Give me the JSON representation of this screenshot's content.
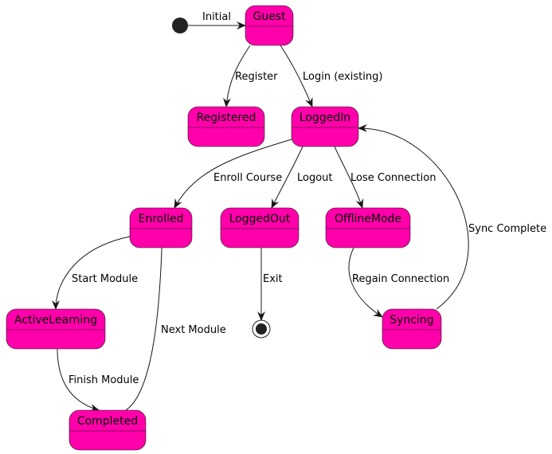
{
  "diagram": {
    "type": "state-diagram",
    "colors": {
      "state_fill": "#FF00AA",
      "state_border": "#181818",
      "pseudo_state": "#222222",
      "edge": "#181818",
      "background": "#FFFFFF"
    },
    "states": [
      {
        "id": "guest",
        "label": "Guest"
      },
      {
        "id": "registered",
        "label": "Registered"
      },
      {
        "id": "loggedin",
        "label": "LoggedIn"
      },
      {
        "id": "enrolled",
        "label": "Enrolled"
      },
      {
        "id": "loggedout",
        "label": "LoggedOut"
      },
      {
        "id": "offlinemode",
        "label": "OfflineMode"
      },
      {
        "id": "activelearning",
        "label": "ActiveLearning"
      },
      {
        "id": "syncing",
        "label": "Syncing"
      },
      {
        "id": "completed",
        "label": "Completed"
      }
    ],
    "pseudo_states": [
      {
        "id": "initial",
        "kind": "start"
      },
      {
        "id": "final",
        "kind": "end"
      }
    ],
    "transitions": [
      {
        "id": "t-initial",
        "from": "initial",
        "to": "guest",
        "label": "Initial"
      },
      {
        "id": "t-register",
        "from": "guest",
        "to": "registered",
        "label": "Register"
      },
      {
        "id": "t-login",
        "from": "guest",
        "to": "loggedin",
        "label": "Login (existing)"
      },
      {
        "id": "t-enroll",
        "from": "loggedin",
        "to": "enrolled",
        "label": "Enroll Course"
      },
      {
        "id": "t-logout",
        "from": "loggedin",
        "to": "loggedout",
        "label": "Logout"
      },
      {
        "id": "t-lose",
        "from": "loggedin",
        "to": "offlinemode",
        "label": "Lose Connection"
      },
      {
        "id": "t-exit",
        "from": "loggedout",
        "to": "final",
        "label": "Exit"
      },
      {
        "id": "t-regain",
        "from": "offlinemode",
        "to": "syncing",
        "label": "Regain Connection"
      },
      {
        "id": "t-sync",
        "from": "syncing",
        "to": "loggedin",
        "label": "Sync Complete"
      },
      {
        "id": "t-start",
        "from": "enrolled",
        "to": "activelearning",
        "label": "Start Module"
      },
      {
        "id": "t-finish",
        "from": "activelearning",
        "to": "completed",
        "label": "Finish Module"
      },
      {
        "id": "t-next",
        "from": "completed",
        "to": "enrolled",
        "label": "Next Module"
      }
    ]
  }
}
